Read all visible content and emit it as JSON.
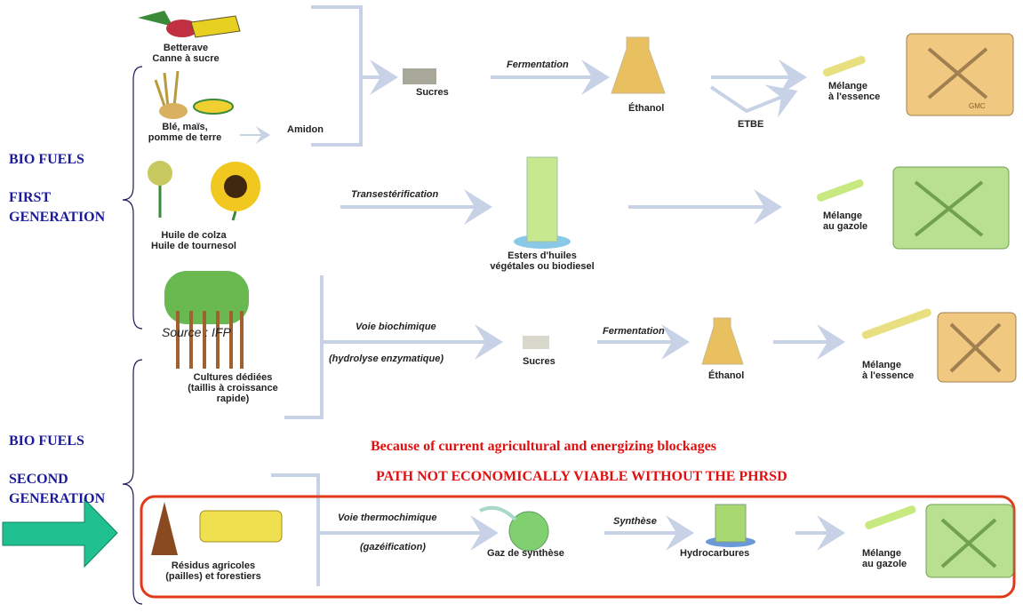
{
  "left_labels": {
    "first": [
      "BIO FUELS",
      "FIRST",
      "GENERATION"
    ],
    "second": [
      "BIO FUELS",
      "SECOND",
      "GENERATION"
    ]
  },
  "row1": {
    "source1": [
      "Betterave",
      "Canne à sucre"
    ],
    "source2": [
      "Blé, maïs,",
      "pomme de terre"
    ],
    "amidon": "Amidon",
    "sucres": "Sucres",
    "process": "Fermentation",
    "product": "Éthanol",
    "etbe": "ETBE",
    "blend": [
      "Mélange",
      "à l'essence"
    ],
    "can_mark": "GMC"
  },
  "row2": {
    "source": [
      "Huile de colza",
      "Huile de tournesol"
    ],
    "process": "Transestérification",
    "product": [
      "Esters d'huiles",
      "végétales ou biodiesel"
    ],
    "blend": [
      "Mélange",
      "au gazole"
    ]
  },
  "row3": {
    "source_credit": "Source : IFP",
    "source": [
      "Cultures dédiées",
      "(taillis à croissance",
      "rapide)"
    ],
    "process": "Voie biochimique",
    "process_sub": "(hydrolyse enzymatique)",
    "sucres": "Sucres",
    "process2": "Fermentation",
    "product": "Éthanol",
    "blend": [
      "Mélange",
      "à l'essence"
    ]
  },
  "notes": {
    "line1": "Because of current agricultural and energizing blockages",
    "line2": "PATH NOT ECONOMICALLY VIABLE WITHOUT THE PHRSD"
  },
  "row4": {
    "source": [
      "Résidus agricoles",
      "(pailles) et forestiers"
    ],
    "process": "Voie thermochimique",
    "process_sub": "(gazéification)",
    "intermediate": "Gaz de synthèse",
    "process2": "Synthèse",
    "product": "Hydrocarbures",
    "blend": [
      "Mélange",
      "au gazole"
    ]
  },
  "colors": {
    "arrow": "#c8d2e6",
    "highlight": "#e03a1a",
    "generation": "#1a1a9a",
    "note": "#e01010",
    "pointer": "#20c090"
  }
}
